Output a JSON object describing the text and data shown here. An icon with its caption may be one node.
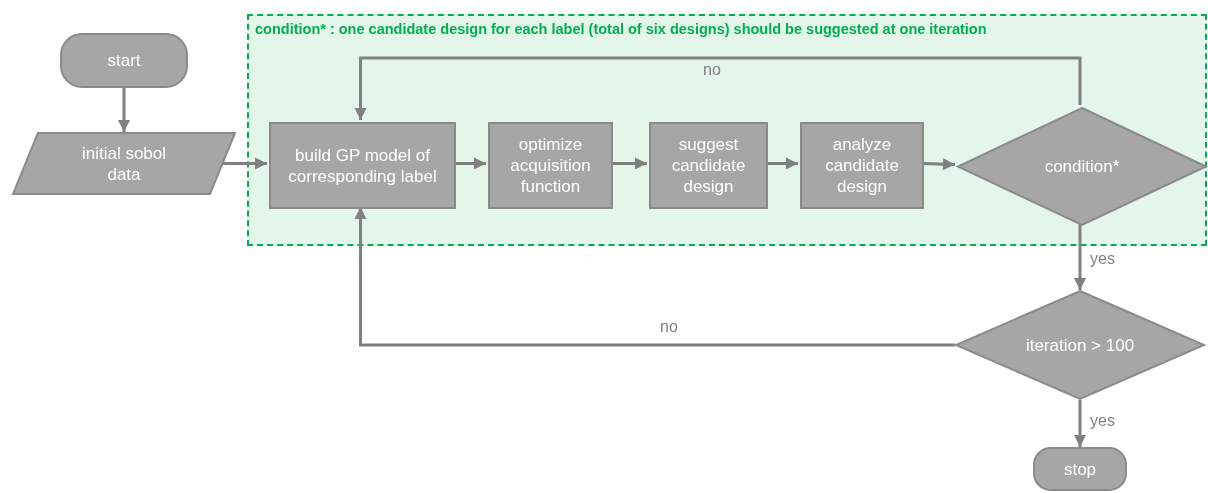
{
  "diagram": {
    "nodes": [
      {
        "text": [
          "start"
        ]
      },
      {
        "text": [
          "initial sobol data"
        ]
      },
      {
        "text": [
          "condition* : one candidate design for each label (total of six designs) should be suggested at one iteration"
        ]
      },
      {
        "text": [
          "build GP model of corresponding label"
        ],
        "in": 2
      },
      {
        "text": [
          "optimize acquisition function"
        ],
        "in": 2
      },
      {
        "text": [
          "suggest candidate design"
        ],
        "in": 2
      },
      {
        "text": [
          "analyze candidate design"
        ],
        "in": 2
      },
      {
        "text": [
          "condition*"
        ],
        "in": 2
      },
      {
        "text": [
          "iteration > 100"
        ]
      },
      {
        "text": [
          "stop"
        ]
      }
    ],
    "edges": [
      {
        "from": 0,
        "to": 1,
        "arrow": "to"
      },
      {
        "from": 1,
        "to": 3,
        "arrow": "to"
      },
      {
        "from": 3,
        "to": 4,
        "arrow": "to"
      },
      {
        "from": 4,
        "to": 5,
        "arrow": "to"
      },
      {
        "from": 5,
        "to": 6,
        "arrow": "to"
      },
      {
        "from": 6,
        "to": 7,
        "arrow": "to"
      },
      {
        "from": 7,
        "to": 3,
        "arrow": "to",
        "label": "no"
      },
      {
        "from": 7,
        "to": 8,
        "arrow": "to",
        "label": "yes"
      },
      {
        "from": 8,
        "to": 3,
        "arrow": "to",
        "label": "no"
      },
      {
        "from": 8,
        "to": 9,
        "arrow": "to",
        "label": "yes"
      }
    ]
  }
}
